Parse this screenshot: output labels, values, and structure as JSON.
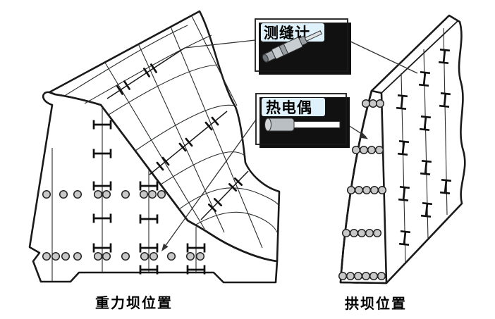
{
  "diagram": {
    "title": "dam-instrumentation-positions",
    "callouts": {
      "joint_meter": {
        "label": "测缝计",
        "icon": "joint-meter-probe"
      },
      "thermocouple": {
        "label": "热电偶",
        "icon": "thermocouple-probe"
      }
    },
    "captions": {
      "gravity_dam": "重力坝位置",
      "arch_dam": "拱坝位置"
    },
    "markers": {
      "joint_meter_marker": "h-tie-across-joint",
      "thermocouple_marker": "small-circle"
    },
    "colors": {
      "dam_face_blue": "#cfe9f7",
      "dam_body_gray": "#c8c8c8",
      "callout_box_blue": "#b2e0f3",
      "callout_label_bg": "#dff2fb",
      "outline": "#1a1a1a",
      "background": "#ffffff"
    }
  }
}
